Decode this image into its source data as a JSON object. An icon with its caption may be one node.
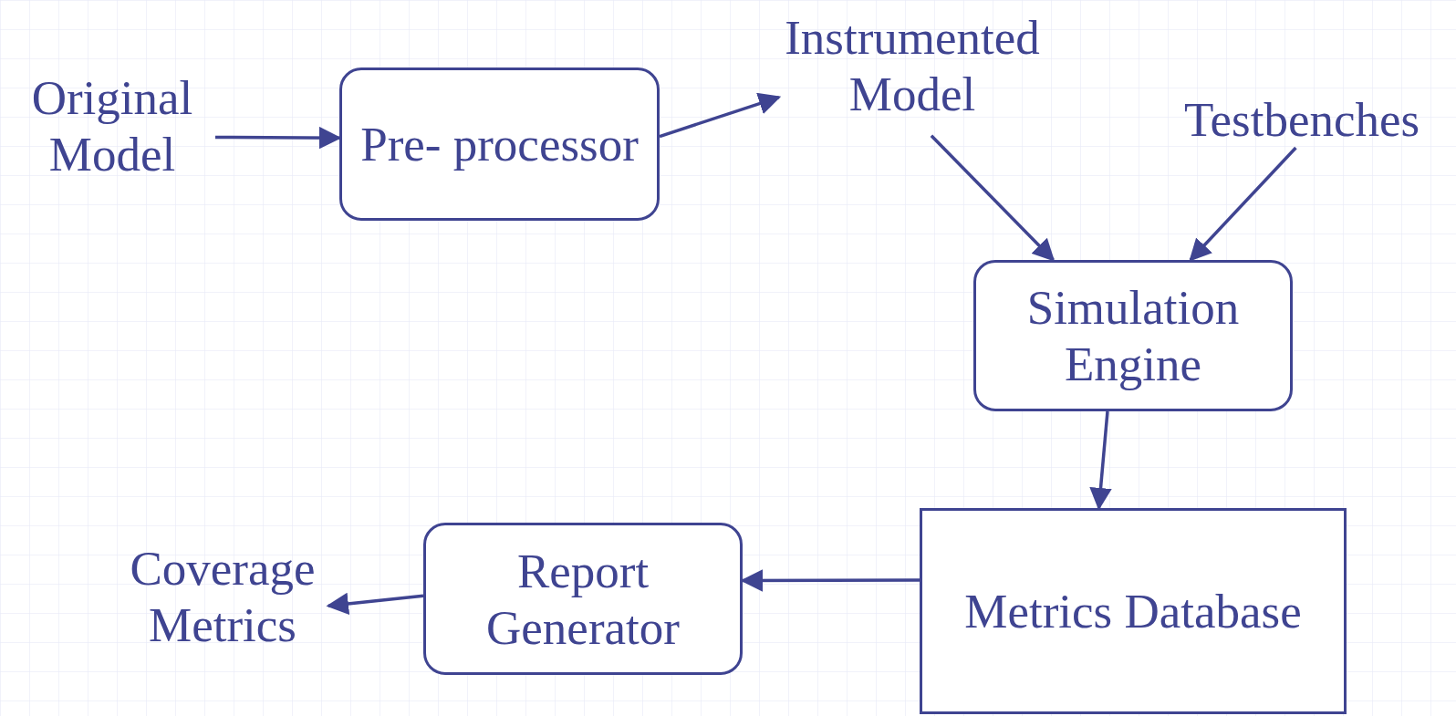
{
  "diagram": {
    "nodes": [
      {
        "text": [
          "Original Model"
        ]
      },
      {
        "text": [
          "Pre- processor"
        ]
      },
      {
        "text": [
          "Instrumented Model"
        ]
      },
      {
        "text": [
          "Testbenches"
        ]
      },
      {
        "text": [
          "Simulation Engine"
        ]
      },
      {
        "text": [
          "Metrics Database"
        ]
      },
      {
        "text": [
          "Report Generator"
        ]
      },
      {
        "text": [
          "Coverage Metrics"
        ]
      }
    ],
    "edges": [
      {
        "from": 0,
        "to": 1,
        "arrow": "to"
      },
      {
        "from": 1,
        "to": 2,
        "arrow": "to"
      },
      {
        "from": 2,
        "to": 4,
        "arrow": "to"
      },
      {
        "from": 3,
        "to": 4,
        "arrow": "to"
      },
      {
        "from": 4,
        "to": 5,
        "arrow": "to"
      },
      {
        "from": 5,
        "to": 6,
        "arrow": "to"
      },
      {
        "from": 6,
        "to": 7,
        "arrow": "to"
      }
    ]
  }
}
